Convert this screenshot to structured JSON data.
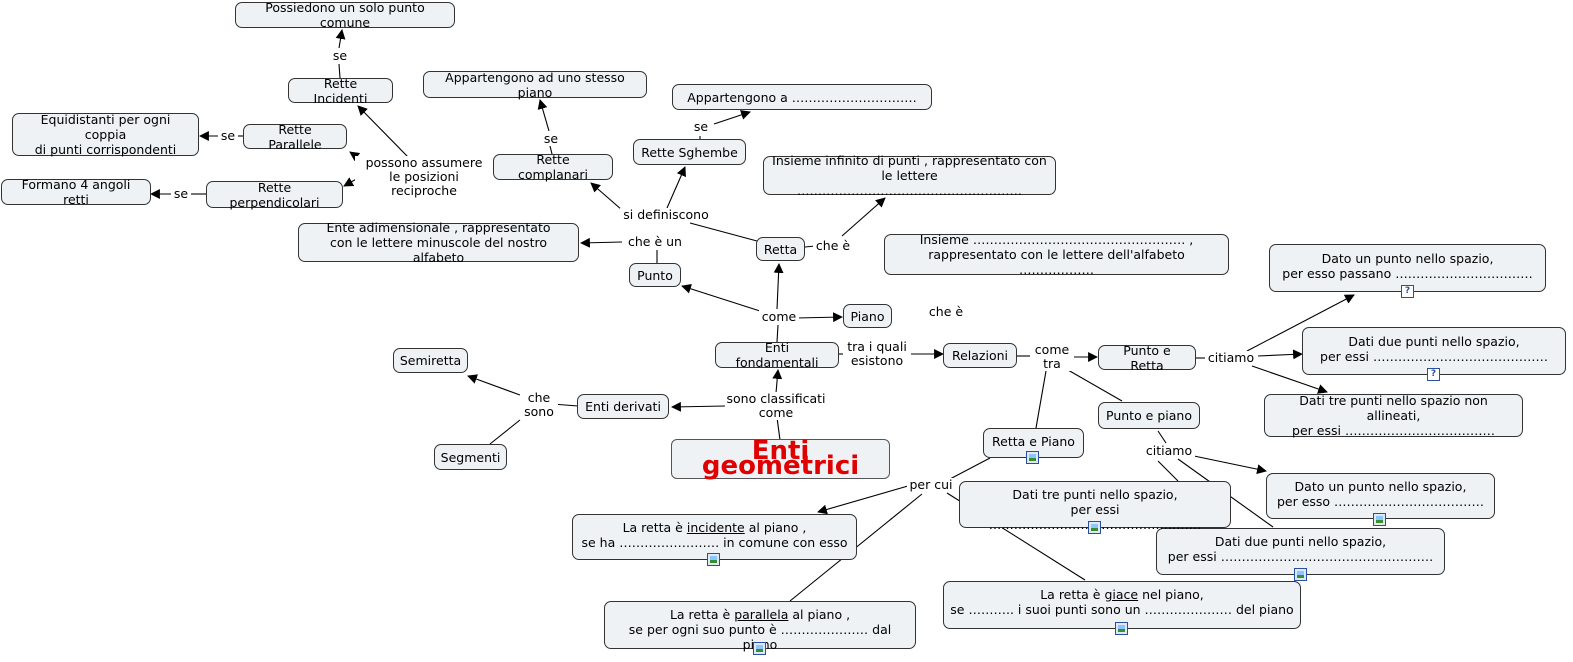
{
  "title": "Enti geometrici",
  "nodes": {
    "enti_fondamentali": "Enti fondamentali",
    "enti_derivati": "Enti derivati",
    "semiretta": "Semiretta",
    "segmenti": "Segmenti",
    "punto": "Punto",
    "retta": "Retta",
    "piano": "Piano",
    "relazioni": "Relazioni",
    "punto_def": "Ente adimensionale , rappresentato\ncon le lettere minuscole del nostro alfabeto",
    "retta_def": "Insieme infinito di punti , rappresentato con\nle lettere ………………………………………………",
    "piano_def": "Insieme …………………………………………… ,\nrappresentato con le lettere dell'alfabeto ………………",
    "rette_complanari": "Rette complanari",
    "rette_sghembe": "Rette Sghembe",
    "complanari_def": "Appartengono ad uno stesso piano",
    "sghembe_def": "Appartengono a …………………………",
    "rette_incidenti": "Rette Incidenti",
    "rette_parallele": "Rette Parallele",
    "rette_perpendicolari": "Rette perpendicolari",
    "incidenti_def": "Possiedono un solo punto comune",
    "parallele_def": "Equidistanti per ogni coppia\ndi punti corrispondenti",
    "perpendicolari_def": "Formano 4 angoli retti",
    "punto_e_retta": "Punto e Retta",
    "punto_e_piano": "Punto e piano",
    "retta_e_piano": "Retta e Piano",
    "pr_dato_un_punto": "Dato un punto nello spazio,\nper esso passano ……………………………",
    "pr_dati_due_punti": "Dati due punti nello spazio,\nper essi ……………………………………",
    "pr_dati_tre_punti": "Dati tre punti nello spazio non allineati,\nper essi ………………………………",
    "pp_dato_un_punto": "Dato un punto nello spazio,\nper esso ………………………………",
    "pp_dati_due_punti": "Dati due punti nello spazio,\nper essi ……………………………………………",
    "pp_dati_tre_punti": "Dati tre punti nello spazio,\nper essi ……………………………………………",
    "retta_giace": {
      "pre": "La retta è ",
      "em": "giace",
      "post": " nel piano,\nse ……….. i suoi punti sono un ………………… del piano"
    },
    "retta_incidente": {
      "pre": "La retta è ",
      "em": "incidente",
      "post": " al piano ,\nse ha …………………… in comune con esso"
    },
    "retta_parallela": {
      "pre": "La retta è ",
      "em": "parallela",
      "post": " al piano ,\nse per ogni suo punto è ………………… dal piano"
    }
  },
  "link_labels": {
    "sono_classificati_come": "sono classificati\ncome",
    "che_sono": "che\nsono",
    "come": "come",
    "che_e_un": "che è un",
    "che_e_retta": "che è",
    "che_e_piano": "che è",
    "si_definiscono": "si definiscono",
    "se_complanari": "se",
    "se_sghembe": "se",
    "possono_assumere": "possono assumere\nle posizioni reciproche",
    "se_incidenti": "se",
    "se_parallele": "se",
    "se_perpendicolari": "se",
    "tra_i_quali_esistono": "tra i quali\nesistono",
    "come_tra": "come\ntra",
    "citiamo_retta": "citiamo",
    "citiamo_piano": "citiamo",
    "per_cui": "per cui"
  },
  "resource_icons": [
    "image-resource-icon",
    "document-resource-icon"
  ],
  "colors": {
    "title": "#e00000",
    "node_fill": "#eef2f4",
    "node_border": "#333333",
    "link": "#000000"
  }
}
